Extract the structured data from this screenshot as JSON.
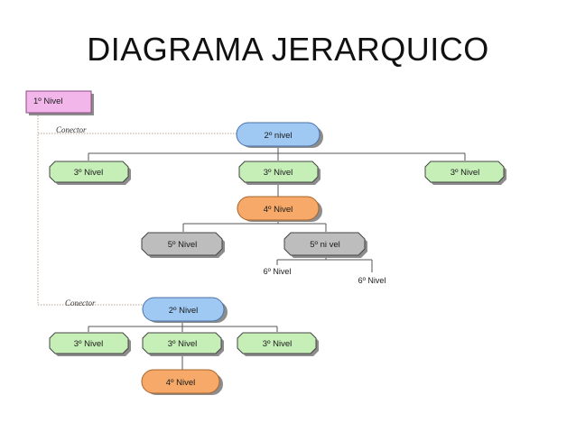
{
  "title": "DIAGRAMA JERARQUICO",
  "diagram": {
    "level1": "1º Nivel",
    "connector_top": "Conector",
    "connector_bottom": "Conector",
    "top_group": {
      "level2": "2º nivel",
      "level3": [
        "3º Nivel",
        "3º Nivel",
        "3º Nivel"
      ],
      "level4": "4º Nivel",
      "level5": [
        "5º Nivel",
        "5º ni vel"
      ],
      "level6": [
        "6º Nivel",
        "6º Nivel"
      ]
    },
    "bottom_group": {
      "level2": "2º Nivel",
      "level3": [
        "3º Nivel",
        "3º Nivel",
        "3º Nivel"
      ],
      "level4": "4º Nivel"
    }
  },
  "colors": {
    "level1": "#f2b6ea",
    "level2": "#9fc8f2",
    "level3": "#c6efb8",
    "level4": "#f6a968",
    "level5": "#bdbdbd"
  }
}
